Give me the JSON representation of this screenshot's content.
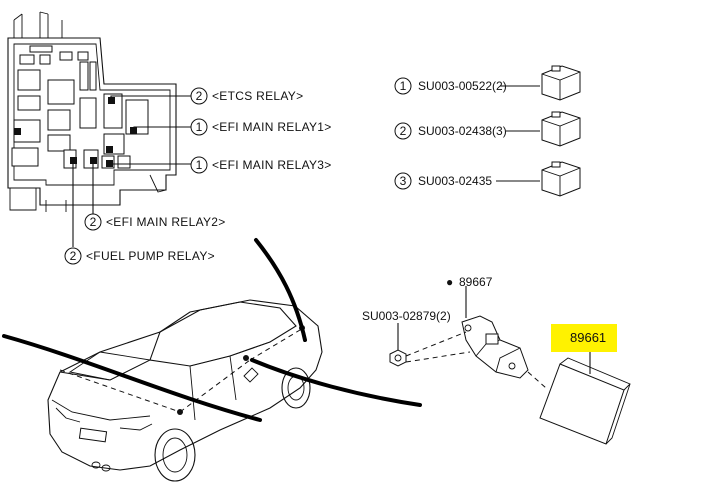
{
  "relay_box_callouts": [
    {
      "num": "2",
      "label": "<ETCS RELAY>"
    },
    {
      "num": "1",
      "label": "<EFI MAIN RELAY1>"
    },
    {
      "num": "1",
      "label": "<EFI MAIN RELAY3>"
    },
    {
      "num": "2",
      "label": "<EFI MAIN RELAY2>"
    },
    {
      "num": "2",
      "label": "<FUEL PUMP RELAY>"
    }
  ],
  "relay_parts": [
    {
      "num": "1",
      "code": "SU003-00522(2)"
    },
    {
      "num": "2",
      "code": "SU003-02438(3)"
    },
    {
      "num": "3",
      "code": "SU003-02435"
    }
  ],
  "assembly_parts": {
    "nut_code": "SU003-02879(2)",
    "bracket_marker": "●",
    "bracket_code": "89667",
    "ecu_code": "89661"
  },
  "colors": {
    "highlight": "#fff200",
    "ink": "#111111"
  }
}
